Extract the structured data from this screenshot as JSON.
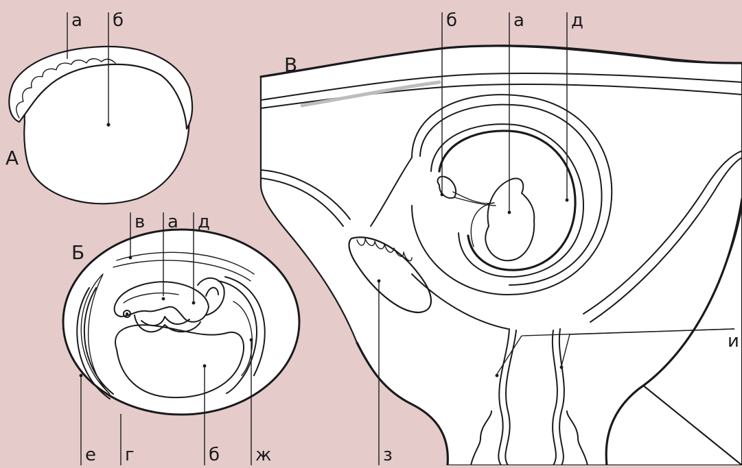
{
  "figure": {
    "panel_A": {
      "panel_label": "А",
      "labels": [
        "а",
        "б"
      ]
    },
    "panel_B": {
      "panel_label": "Б",
      "labels": [
        "в",
        "а",
        "д",
        "е",
        "г",
        "б",
        "ж"
      ]
    },
    "panel_V": {
      "panel_label": "В",
      "labels": [
        "б",
        "а",
        "д",
        "з",
        "и"
      ]
    }
  }
}
